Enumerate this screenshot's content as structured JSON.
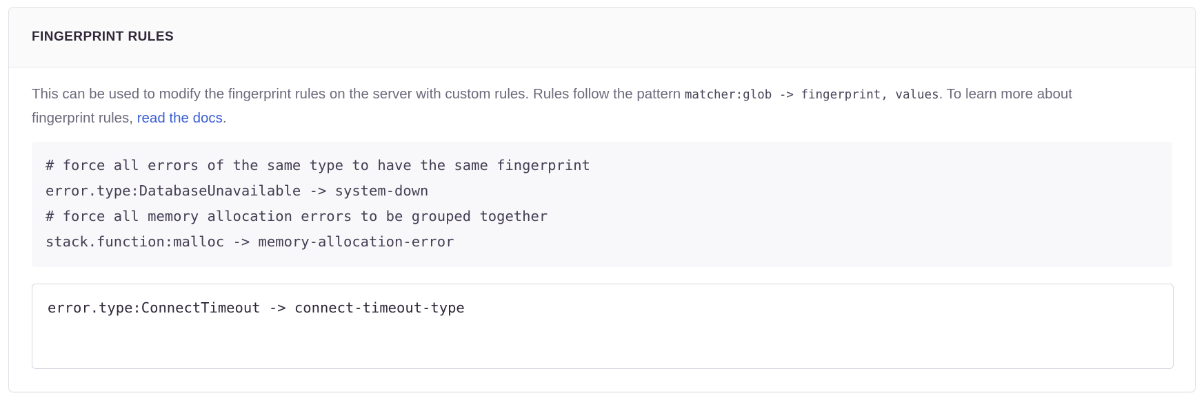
{
  "panel": {
    "title": "FINGERPRINT RULES",
    "description": {
      "part1": "This can be used to modify the fingerprint rules on the server with custom rules. Rules follow the pattern ",
      "code1": "matcher:glob -> fingerprint, values",
      "part2": ". To learn more about fingerprint rules, ",
      "link_text": "read the docs",
      "part3": "."
    },
    "code_sample": "# force all errors of the same type to have the same fingerprint\nerror.type:DatabaseUnavailable -> system-down\n# force all memory allocation errors to be grouped together\nstack.function:malloc -> memory-allocation-error",
    "rules_input": {
      "value": "error.type:ConnectTimeout -> connect-timeout-type",
      "placeholder": "matcher:glob -> fingerprint, values"
    }
  },
  "colors": {
    "panel_border": "#e1e2e8",
    "header_bg": "#fafafb",
    "title_text": "#302839",
    "body_text": "#6d6a7c",
    "link": "#3b5fd4",
    "code_bg": "#f8f8fa",
    "code_text": "#453e54",
    "input_border": "#d7d6e0",
    "input_text": "#2f2839"
  }
}
